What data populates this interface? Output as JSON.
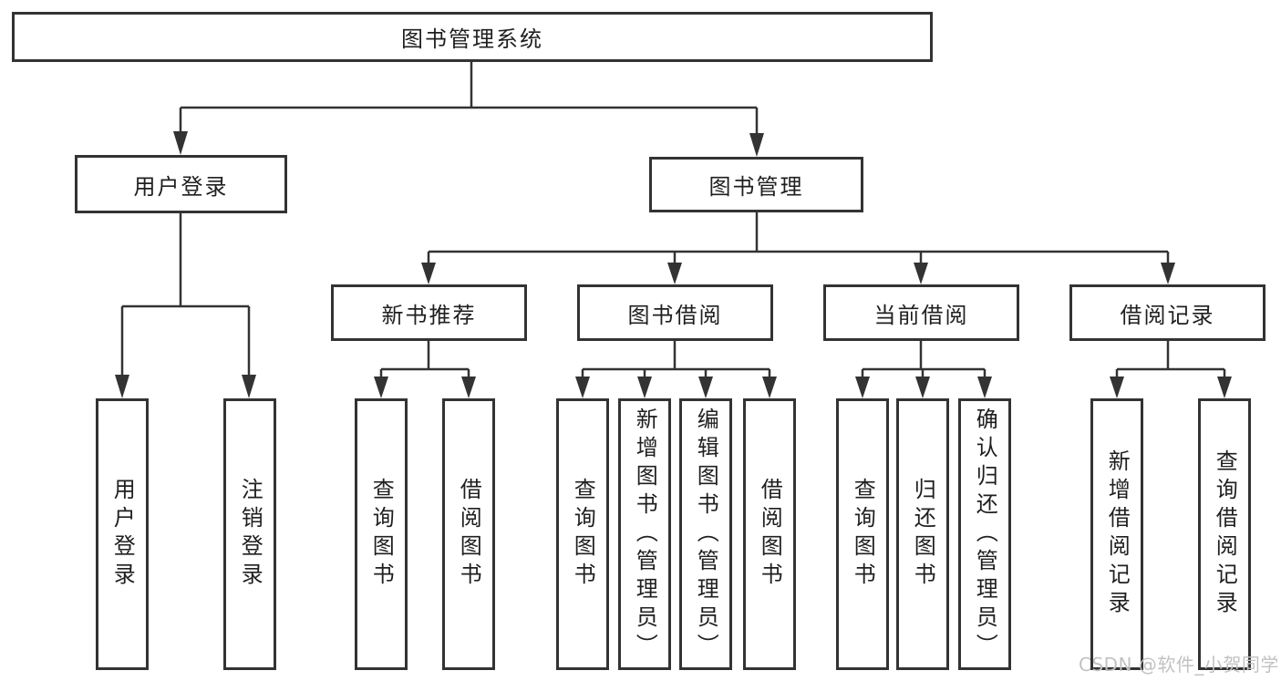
{
  "watermark": "CSDN @软件_小贺同学",
  "colors": {
    "background": "#ffffff",
    "line": "#333333",
    "box_border": "#333333",
    "text": "#1f1f1f",
    "watermark": "#c2c2c2"
  },
  "tree": {
    "label": "图书管理系统",
    "children": [
      {
        "label": "用户登录",
        "children": [
          {
            "label": "用户登录"
          },
          {
            "label": "注销登录"
          }
        ]
      },
      {
        "label": "图书管理",
        "children": [
          {
            "label": "新书推荐",
            "children": [
              {
                "label": "查询图书"
              },
              {
                "label": "借阅图书"
              }
            ]
          },
          {
            "label": "图书借阅",
            "children": [
              {
                "label": "查询图书"
              },
              {
                "label": "新增图书（管理员）"
              },
              {
                "label": "编辑图书（管理员）"
              },
              {
                "label": "借阅图书"
              }
            ]
          },
          {
            "label": "当前借阅",
            "children": [
              {
                "label": "查询图书"
              },
              {
                "label": "归还图书"
              },
              {
                "label": "确认归还（管理员）"
              }
            ]
          },
          {
            "label": "借阅记录",
            "children": [
              {
                "label": "新增借阅记录"
              },
              {
                "label": "查询借阅记录"
              }
            ]
          }
        ]
      }
    ]
  }
}
